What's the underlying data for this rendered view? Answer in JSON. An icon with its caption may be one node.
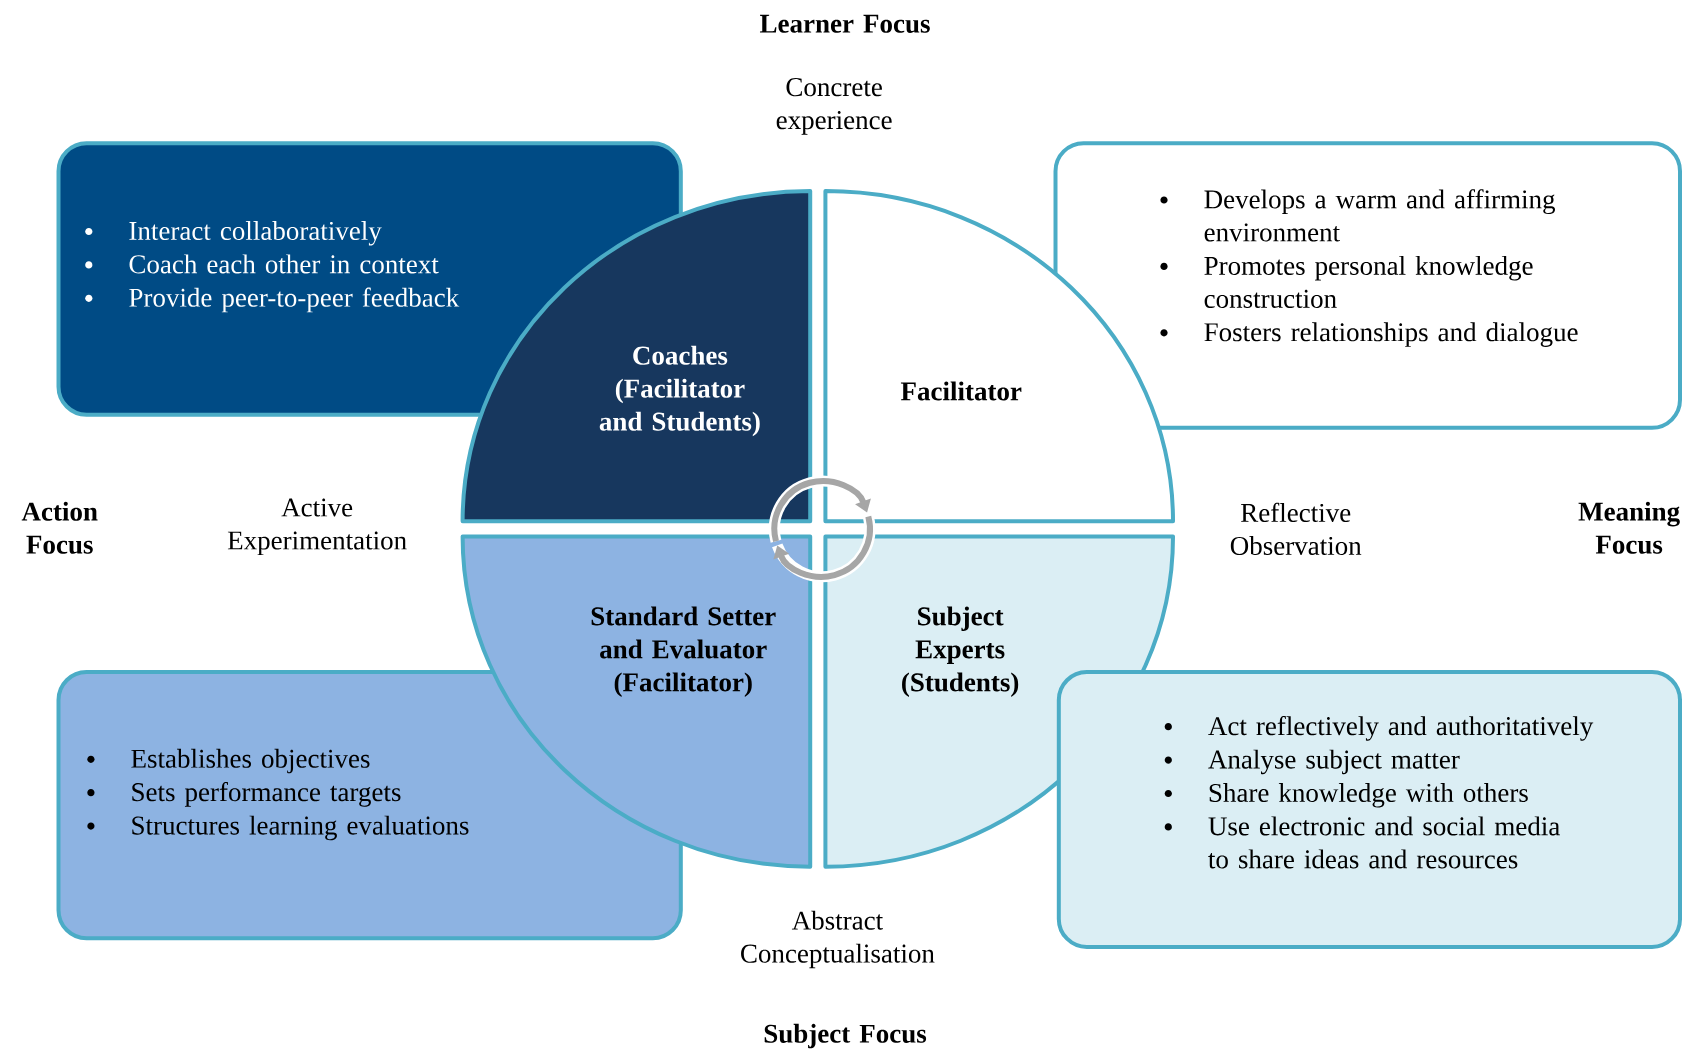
{
  "diagram": {
    "nodes": [
      {
        "text": [
          "Interact collaboratively",
          "Coach each other in context",
          "Provide peer-to-peer feedback"
        ]
      },
      {
        "text": [
          "Develops a warm and affirming environment",
          "Promotes personal knowledge construction",
          "Fosters relationships and dialogue"
        ]
      },
      {
        "text": [
          "Coaches (Facilitator and Students)"
        ]
      },
      {
        "text": [
          "Facilitator"
        ]
      },
      {
        "text": [
          "Establishes objectives",
          "Sets performance targets",
          "Structures learning evaluations"
        ]
      },
      {
        "text": [
          "Standard Setter and Evaluator (Facilitator)"
        ]
      },
      {
        "text": [
          "Subject Experts (Students)"
        ]
      },
      {
        "text": [
          "Act reflectively and authoritatively",
          "Analyse subject matter",
          "Share knowledge with others",
          "Use electronic and social media to share ideas and resources"
        ]
      }
    ],
    "edges": [
      {
        "from": 2,
        "to": 3,
        "arrow": "to"
      },
      {
        "from": 6,
        "to": 5,
        "arrow": "to"
      }
    ],
    "labels": [
      "Learner Focus",
      "Concrete experience",
      "Action Focus",
      "Active Experimentation",
      "Reflective Observation",
      "Meaning Focus",
      "Abstract Conceptualisation",
      "Subject Focus"
    ]
  }
}
